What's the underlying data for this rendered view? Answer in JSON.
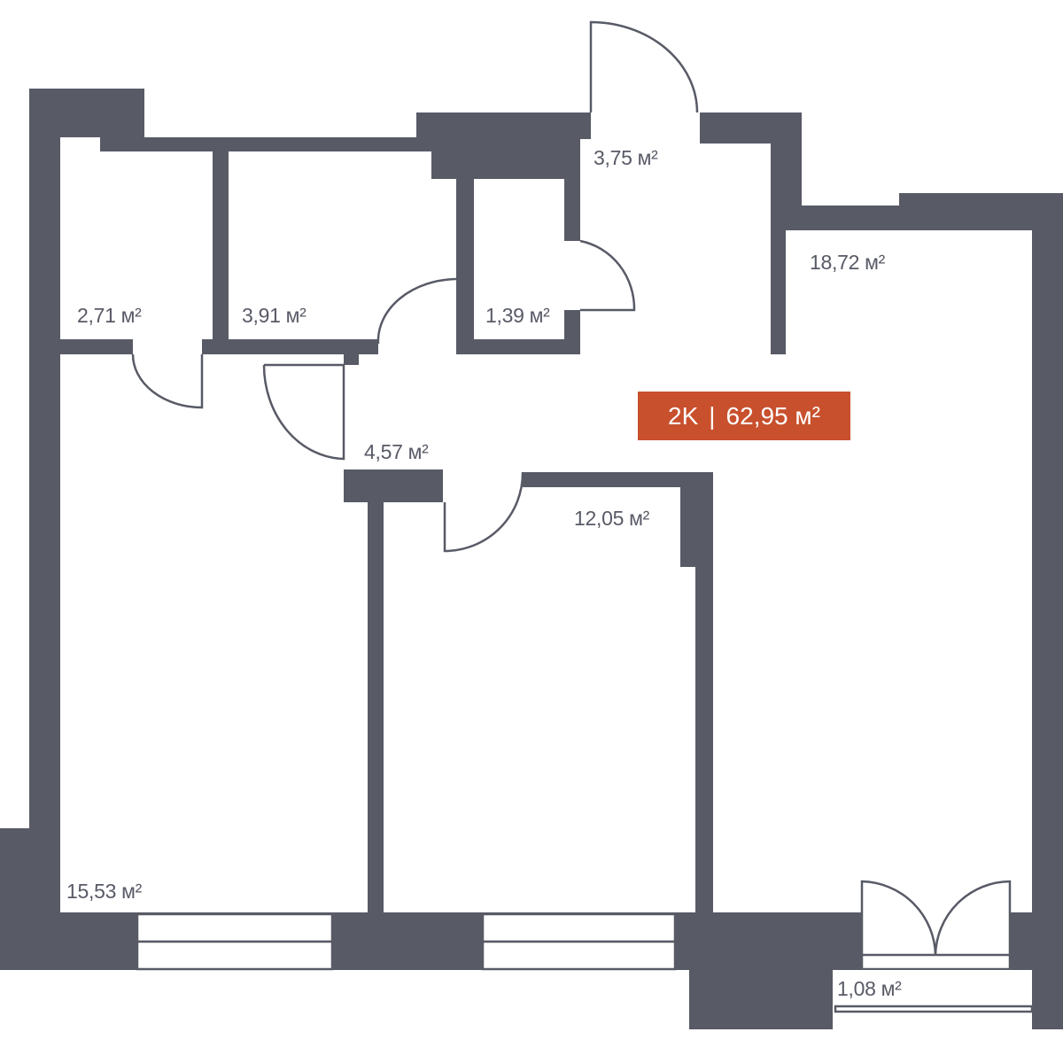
{
  "apartment": {
    "type": "2K",
    "separator": "|",
    "total_area": "62,95 м²"
  },
  "rooms": [
    {
      "id": "storage",
      "area": "2,71 м²"
    },
    {
      "id": "bathroom",
      "area": "3,91 м²"
    },
    {
      "id": "wc",
      "area": "1,39 м²"
    },
    {
      "id": "entrance-hall",
      "area": "3,75 м²"
    },
    {
      "id": "hallway",
      "area": "4,57 м²"
    },
    {
      "id": "kitchen-living",
      "area": "18,72 м²"
    },
    {
      "id": "bedroom-1",
      "area": "15,53 м²"
    },
    {
      "id": "bedroom-2",
      "area": "12,05 м²"
    },
    {
      "id": "balcony",
      "area": "1,08 м²"
    }
  ],
  "colors": {
    "wall": "#585a66",
    "badge": "#c8502d"
  }
}
